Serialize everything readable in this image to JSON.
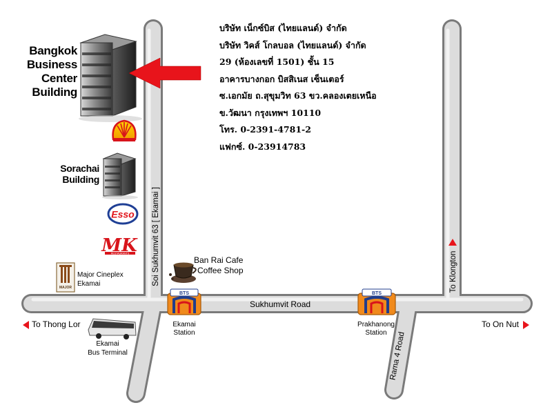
{
  "company": {
    "lines": [
      "บริษัท เน็กซ์บิส (ไทยแลนด์) จำกัด",
      "บริษัท วิคส์ โกลบอล (ไทยแลนด์) จำกัด",
      "29 (ห้องเลขที่ 1501) ชั้น 15",
      "อาคารบางกอก บิสสิเนส เซ็นเตอร์",
      "ซ.เอกมัย ถ.สุขุมวิท 63 ขว.คลองเตยเหนือ",
      "ข.วัฒนา กรุงเทพฯ 10110",
      "โทร. 0-2391-4781-2",
      "แฟกซ์. 0-23914783"
    ]
  },
  "landmarks": {
    "bbc": {
      "l1": "Bangkok",
      "l2": "Business",
      "l3": "Center",
      "l4": "Building"
    },
    "sorachai": {
      "l1": "Sorachai",
      "l2": "Building"
    },
    "major": {
      "l1": "Major Cineplex",
      "l2": "Ekamai",
      "logo_text": "MAJOR"
    },
    "cafe": {
      "l1": "Ban Rai Cafe",
      "l2": "Coffee Shop"
    },
    "bus": {
      "l1": "Ekamai",
      "l2": "Bus Terminal"
    },
    "shell_logo": "shell-icon",
    "esso_logo": "Esso",
    "mk_logo": "MK",
    "mk_sub": "RESTAURANTS"
  },
  "stations": {
    "ekamai": {
      "l1": "Ekamai",
      "l2": "Station"
    },
    "prakhanong": {
      "l1": "Prakhanong",
      "l2": "Station"
    },
    "bts_text": "BTS"
  },
  "roads": {
    "sukhumvit": "Sukhumvit Road",
    "soi63": "Soi Sukhumvit 63 [ Ekamai ]",
    "rama4": "Rama 4 Road",
    "klongton": "To Klongton",
    "thonglor": "To Thong Lor",
    "onnut": "To On Nut"
  },
  "colors": {
    "road_fill": "#dcdcdc",
    "road_edge": "#808080",
    "arrow_red": "#e8141b",
    "bts_orange": "#f08a1c",
    "bts_blue": "#203d8c"
  }
}
